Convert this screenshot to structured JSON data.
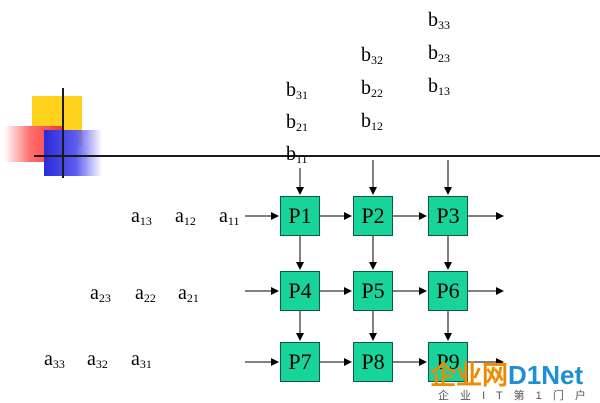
{
  "b_columns": [
    [
      {
        "base": "b",
        "sub": "31"
      },
      {
        "base": "b",
        "sub": "21"
      },
      {
        "base": "b",
        "sub": "11"
      }
    ],
    [
      {
        "base": "b",
        "sub": "32"
      },
      {
        "base": "b",
        "sub": "22"
      },
      {
        "base": "b",
        "sub": "12"
      }
    ],
    [
      {
        "base": "b",
        "sub": "33"
      },
      {
        "base": "b",
        "sub": "23"
      },
      {
        "base": "b",
        "sub": "13"
      }
    ]
  ],
  "a_rows": [
    [
      {
        "base": "a",
        "sub": "13"
      },
      {
        "base": "a",
        "sub": "12"
      },
      {
        "base": "a",
        "sub": "11"
      }
    ],
    [
      {
        "base": "a",
        "sub": "23"
      },
      {
        "base": "a",
        "sub": "22"
      },
      {
        "base": "a",
        "sub": "21"
      }
    ],
    [
      {
        "base": "a",
        "sub": "33"
      },
      {
        "base": "a",
        "sub": "32"
      },
      {
        "base": "a",
        "sub": "31"
      }
    ]
  ],
  "processors": [
    "P1",
    "P2",
    "P3",
    "P4",
    "P5",
    "P6",
    "P7",
    "P8",
    "P9"
  ],
  "watermark": {
    "main_a": "企业网",
    "main_b": "D1Net",
    "sub": "企 业 I T 第 1 门 户"
  },
  "colors": {
    "pe_fill": "#19d49a",
    "deco_yellow": "#ffd21e",
    "deco_red": "#f23a3a",
    "deco_blue": "#2b2bd8"
  }
}
